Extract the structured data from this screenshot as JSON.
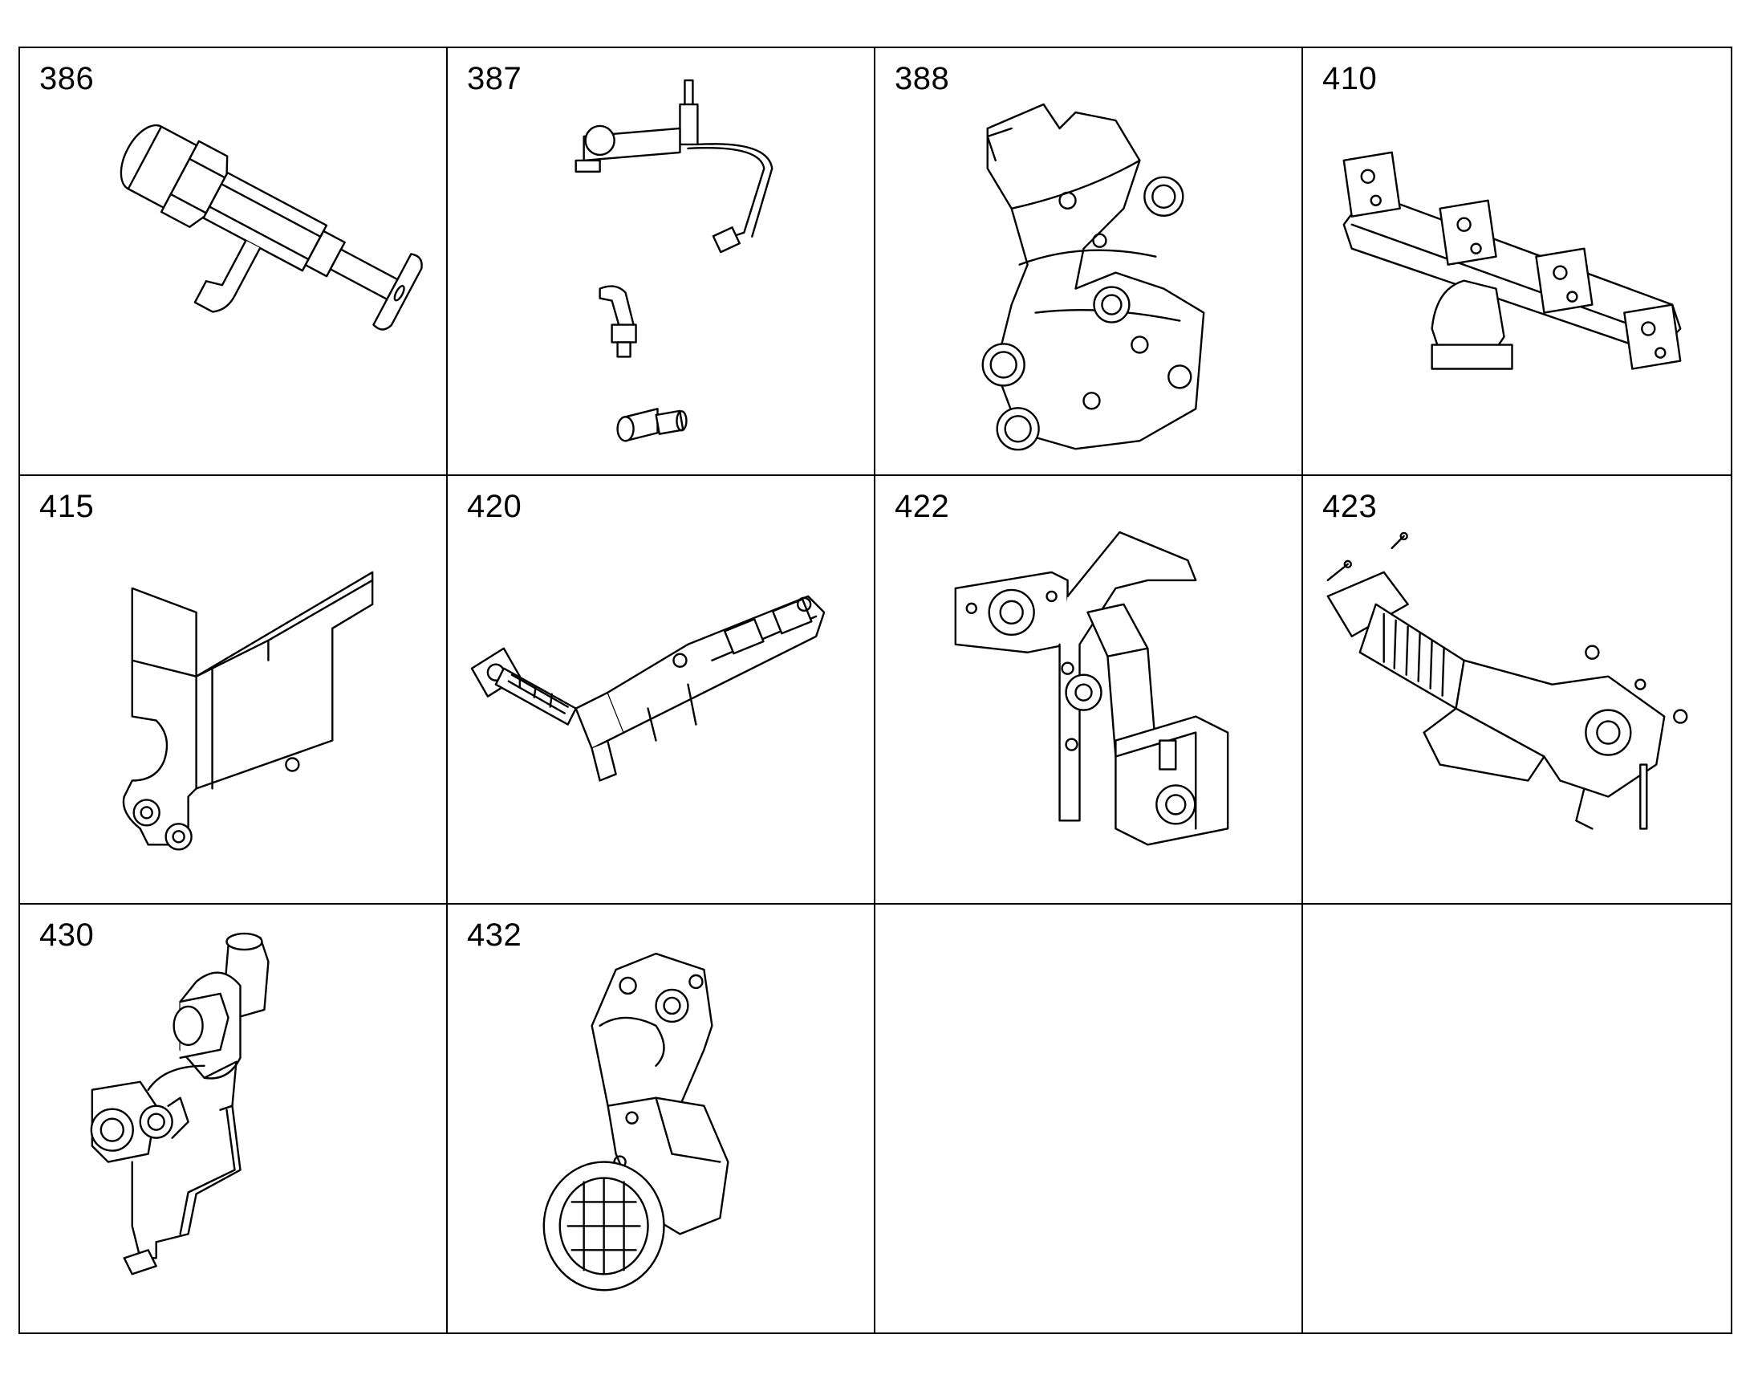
{
  "cells": [
    {
      "number": "386",
      "icon": "valve-icon"
    },
    {
      "number": "387",
      "icon": "hose-fittings-icon"
    },
    {
      "number": "388",
      "icon": "thermostat-housing-icon"
    },
    {
      "number": "410",
      "icon": "exhaust-manifold-icon"
    },
    {
      "number": "415",
      "icon": "heat-shield-icon"
    },
    {
      "number": "420",
      "icon": "egr-cooler-icon"
    },
    {
      "number": "422",
      "icon": "egr-valve-bracket-icon"
    },
    {
      "number": "423",
      "icon": "egr-pipe-assembly-icon"
    },
    {
      "number": "430",
      "icon": "turbocharger-icon"
    },
    {
      "number": "432",
      "icon": "turbine-housing-icon"
    },
    {
      "number": ""
    },
    {
      "number": ""
    }
  ]
}
